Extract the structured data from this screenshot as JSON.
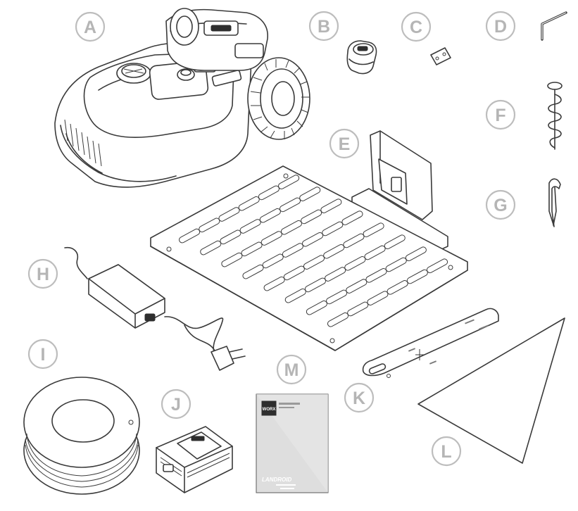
{
  "labels": {
    "A": "A",
    "B": "B",
    "C": "C",
    "D": "D",
    "E": "E",
    "F": "F",
    "G": "G",
    "H": "H",
    "I": "I",
    "J": "J",
    "K": "K",
    "L": "L",
    "M": "M"
  },
  "manual": {
    "brand": "WORX",
    "product": "LANDROID"
  }
}
